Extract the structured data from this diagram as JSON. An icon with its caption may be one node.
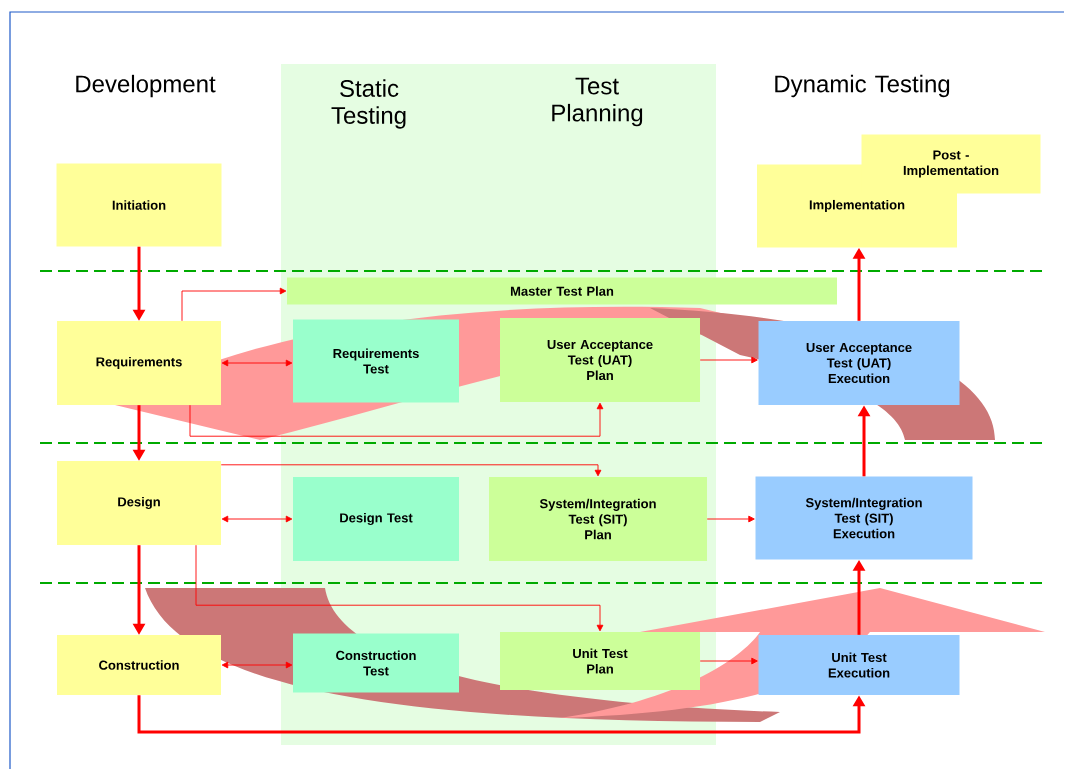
{
  "diagram": {
    "nodes": [
      {
        "text": [
          "Initiation"
        ]
      },
      {
        "text": [
          "Implementation"
        ]
      },
      {
        "text": [
          "Post - Implementation"
        ]
      },
      {
        "text": [
          "Master Test Plan"
        ]
      },
      {
        "text": [
          "Requirements"
        ]
      },
      {
        "text": [
          "Requirements Test"
        ]
      },
      {
        "text": [
          "User Acceptance Test (UAT)",
          "Plan"
        ]
      },
      {
        "text": [
          "User Acceptance Test (UAT) Execution"
        ]
      },
      {
        "text": [
          "Design"
        ]
      },
      {
        "text": [
          "Design Test"
        ]
      },
      {
        "text": [
          "System/Integration Test (SIT)",
          "Plan"
        ]
      },
      {
        "text": [
          "System/Integration Test (SIT) Execution"
        ]
      },
      {
        "text": [
          "Construction"
        ]
      },
      {
        "text": [
          "Construction Test"
        ]
      },
      {
        "text": [
          "Unit Test Plan"
        ]
      },
      {
        "text": [
          "Unit Test Execution"
        ]
      }
    ],
    "edges": [
      {
        "from": 0,
        "to": 4,
        "arrow": "to",
        "style": "thick"
      },
      {
        "from": 4,
        "to": 8,
        "arrow": "to",
        "style": "thick"
      },
      {
        "from": 8,
        "to": 12,
        "arrow": "to",
        "style": "thick"
      },
      {
        "from": 12,
        "to": 15,
        "arrow": "to",
        "style": "thick"
      },
      {
        "from": 15,
        "to": 11,
        "arrow": "to",
        "style": "thick"
      },
      {
        "from": 11,
        "to": 7,
        "arrow": "to",
        "style": "thick"
      },
      {
        "from": 7,
        "to": 1,
        "arrow": "to",
        "style": "thick"
      },
      {
        "from": 4,
        "to": 3,
        "arrow": "to"
      },
      {
        "from": 4,
        "to": 5,
        "arrow": "both"
      },
      {
        "from": 4,
        "to": 6,
        "arrow": "to"
      },
      {
        "from": 6,
        "to": 7,
        "arrow": "to"
      },
      {
        "from": 8,
        "to": 10,
        "arrow": "to"
      },
      {
        "from": 8,
        "to": 9,
        "arrow": "both"
      },
      {
        "from": 8,
        "to": 14,
        "arrow": "to"
      },
      {
        "from": 10,
        "to": 11,
        "arrow": "to"
      },
      {
        "from": 12,
        "to": 13,
        "arrow": "both"
      },
      {
        "from": 14,
        "to": 15,
        "arrow": "to"
      }
    ],
    "labels": [
      "Development",
      "Static Testing",
      "Test Planning",
      "Dynamic Testing"
    ]
  }
}
